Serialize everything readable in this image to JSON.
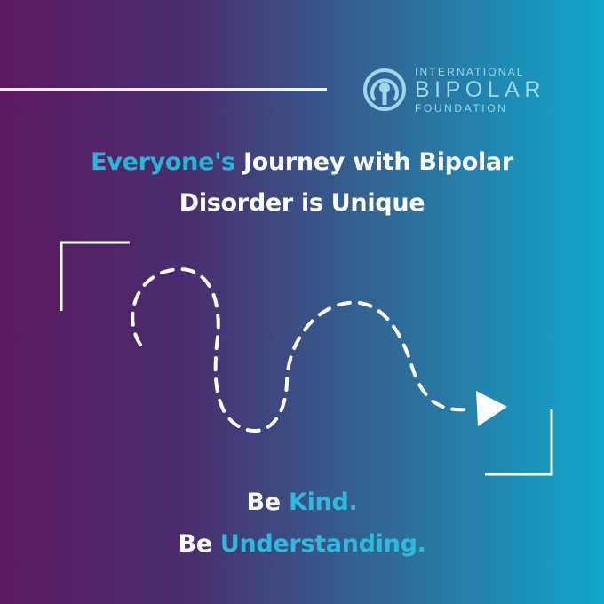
{
  "logo": {
    "line1": "INTERNATIONAL",
    "line2": "BIPOLAR",
    "line3": "FOUNDATION",
    "icon": "ibf-emblem-icon"
  },
  "headline": {
    "accent": "Everyone's",
    "rest_line1": " Journey with Bipolar",
    "line2": "Disorder is Unique"
  },
  "taglines": [
    {
      "lead": "Be ",
      "accent": "Kind."
    },
    {
      "lead": "Be ",
      "accent": "Understanding."
    }
  ],
  "decorations": {
    "path_icon": "dashed-squiggle-arrow-icon"
  },
  "colors": {
    "gradient_start": "#5a1a5e",
    "gradient_end": "#10a7cb",
    "accent": "#27b6d8",
    "text": "#ffffff"
  }
}
